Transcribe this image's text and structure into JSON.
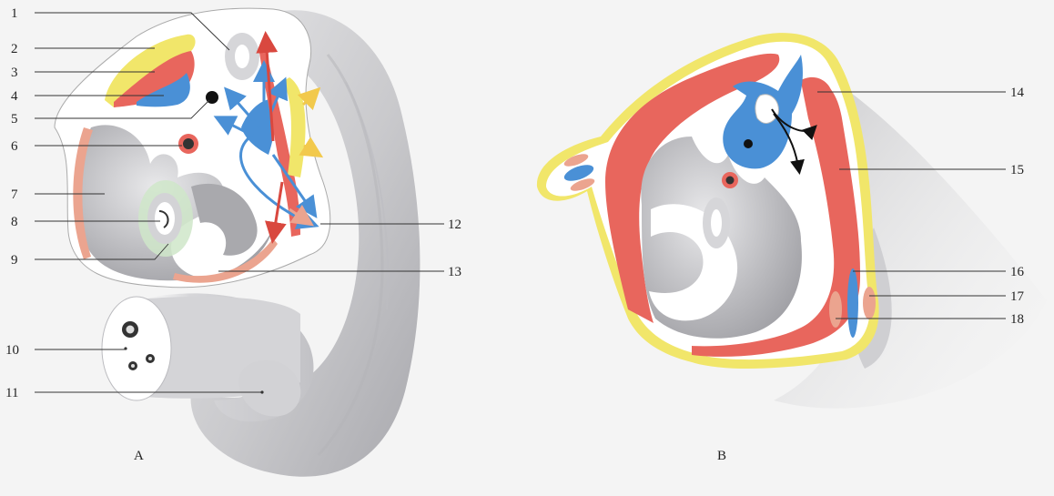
{
  "panels": [
    {
      "id": "A",
      "caption": "A"
    },
    {
      "id": "B",
      "caption": "B"
    }
  ],
  "labels": {
    "n1": "1",
    "n2": "2",
    "n3": "3",
    "n4": "4",
    "n5": "5",
    "n6": "6",
    "n7": "7",
    "n8": "8",
    "n9": "9",
    "n10": "10",
    "n11": "11",
    "n12": "12",
    "n13": "13",
    "n14": "14",
    "n15": "15",
    "n16": "16",
    "n17": "17",
    "n18": "18"
  },
  "colors": {
    "background": "#f4f4f4",
    "body_gray": "#cfcfd2",
    "body_shadow": "#9d9da2",
    "tissue_white": "#ffffff",
    "mesoderm_red": "#e8665d",
    "paraxial_pink": "#eba48f",
    "ectoderm_yellow": "#f1e66a",
    "neural_blue": "#4a90d6",
    "endoderm_green": "#cfe6c9",
    "arrow_blue": "#4a90d6",
    "arrow_red": "#d9483f",
    "arrow_yellow": "#f2c94c",
    "arrow_black": "#111111"
  }
}
